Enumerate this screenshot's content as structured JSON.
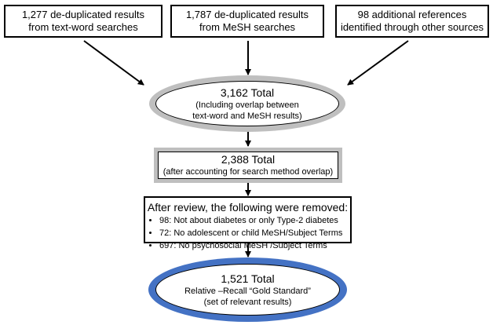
{
  "sources": [
    {
      "line1": "1,277 de-duplicated results",
      "line2": "from text-word searches"
    },
    {
      "line1": "1,787 de-duplicated results",
      "line2": "from MeSH searches"
    },
    {
      "line1": "98 additional references",
      "line2": "identified through other sources"
    }
  ],
  "total1": {
    "title": "3,162 Total",
    "line1": "(Including overlap between",
    "line2": "text-word and MeSH results)"
  },
  "total2": {
    "title": "2,388 Total",
    "note": "(after accounting for search method overlap)"
  },
  "review": {
    "heading": "After review, the following were removed:",
    "items": [
      "98: Not about diabetes or only Type-2 diabetes",
      "72: No adolescent or child MeSH/Subject Terms",
      "697: No psychosocial MeSH /Subject Terms"
    ]
  },
  "final": {
    "title": "1,521 Total",
    "line1": "Relative –Recall “Gold Standard”",
    "line2": "(set of relevant results)"
  },
  "colors": {
    "ring_gray": "#bfbfbf",
    "ring_blue": "#4472c4"
  }
}
